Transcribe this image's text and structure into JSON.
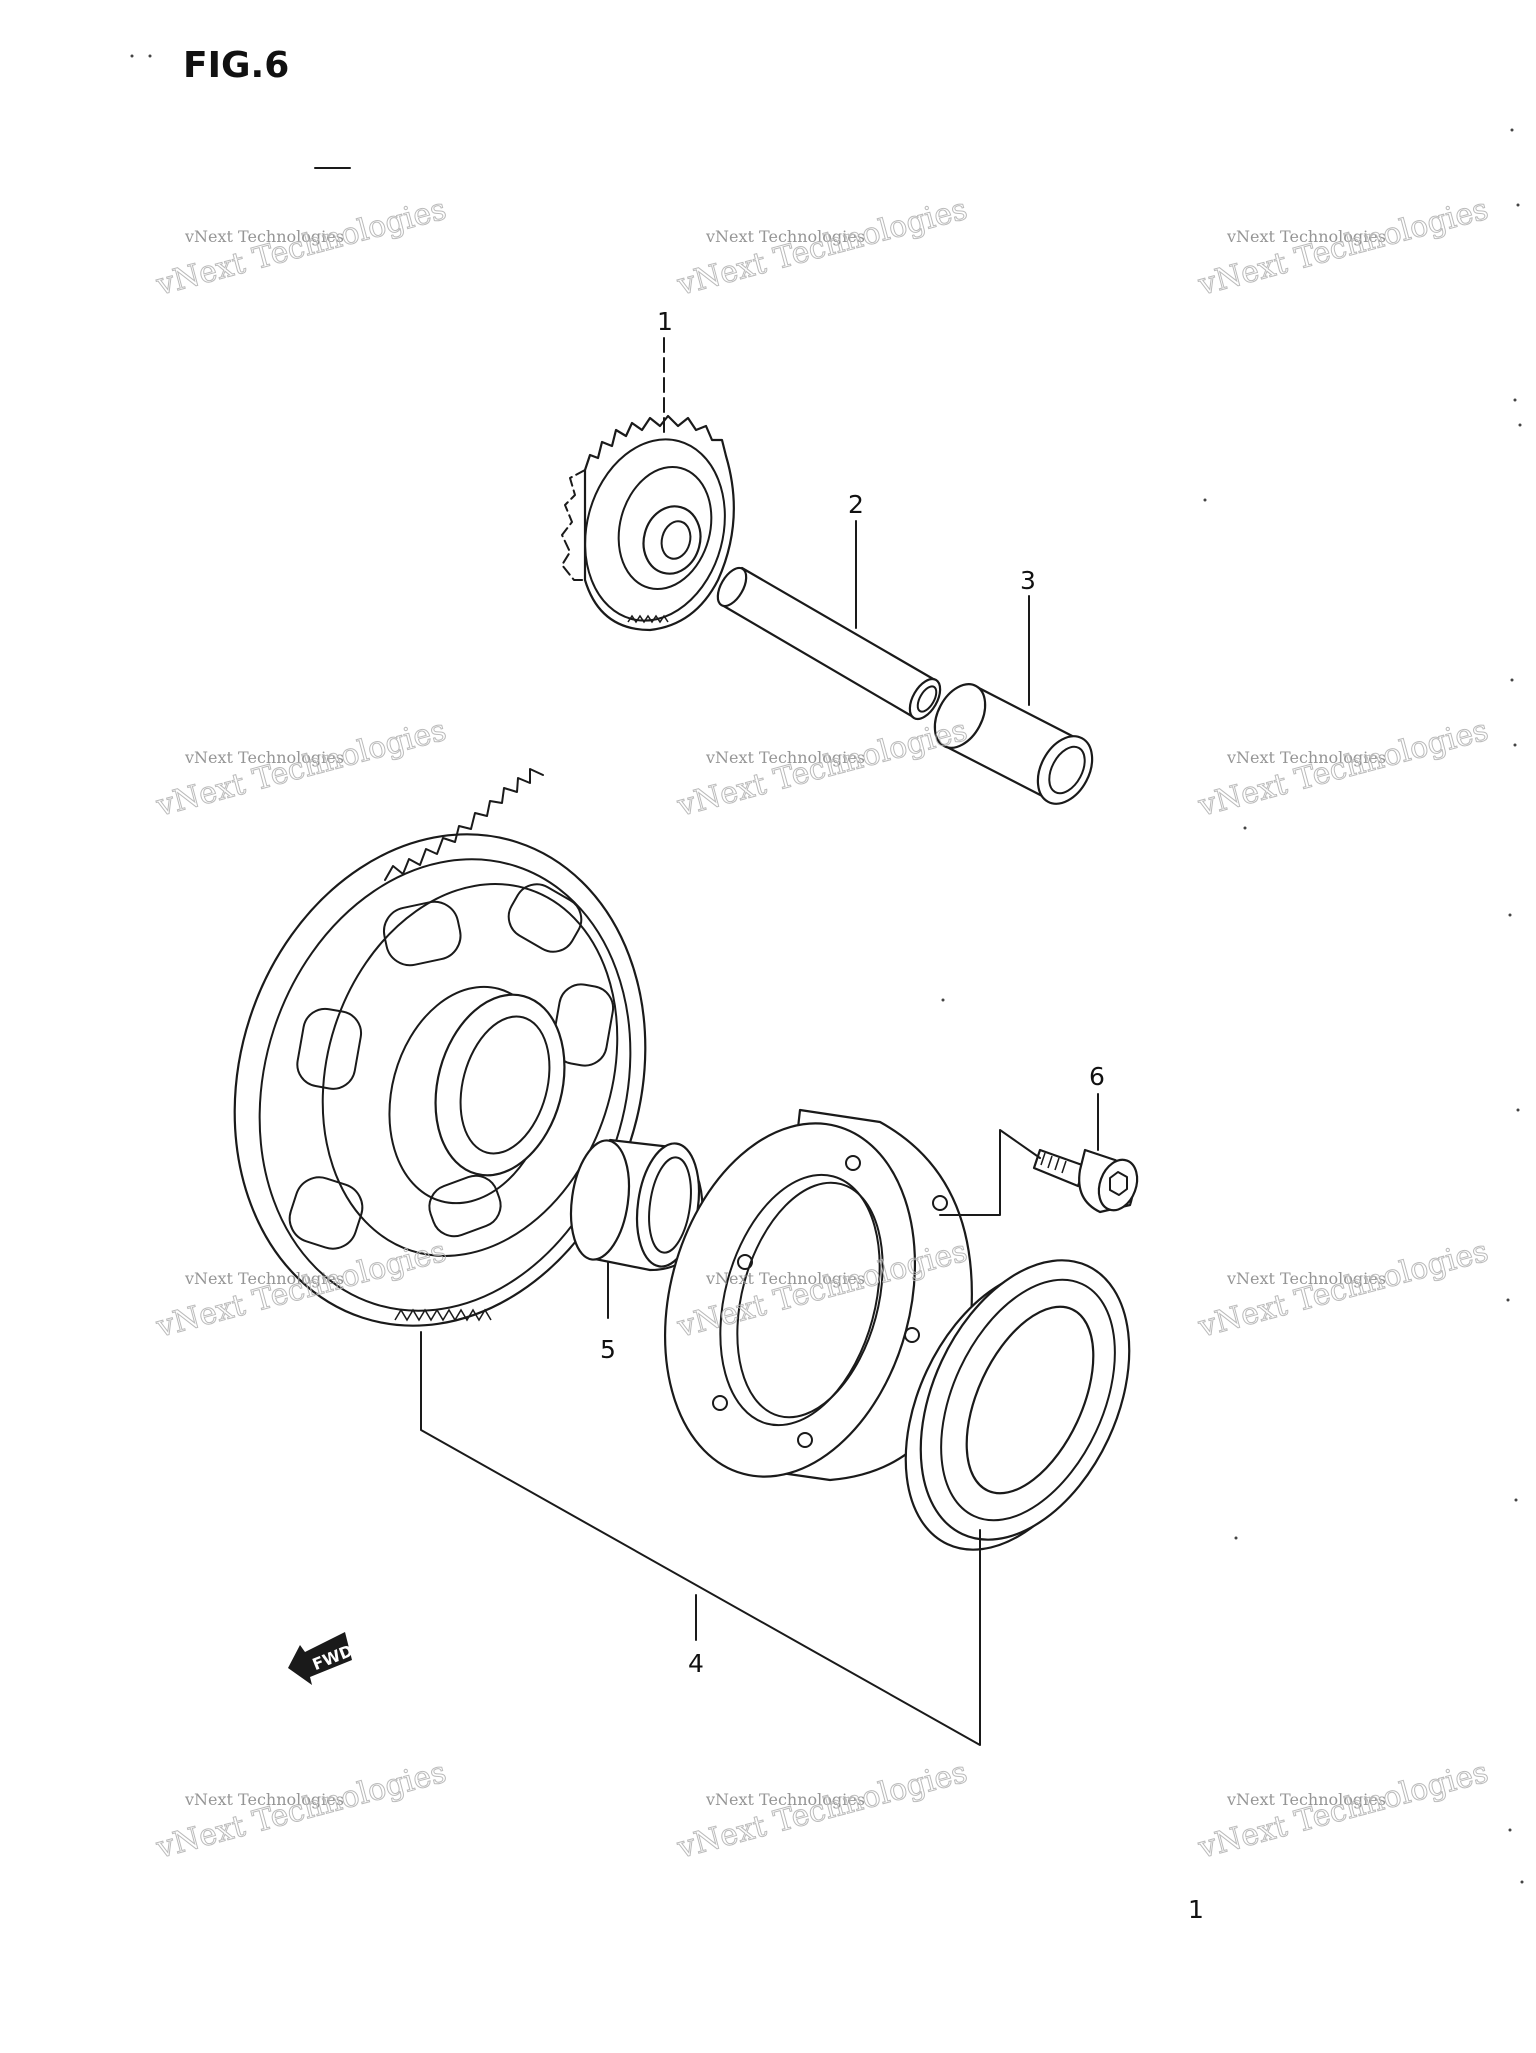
{
  "figure": {
    "title": "FIG.6"
  },
  "parts": [
    {
      "id": "1",
      "label": "1",
      "name": "starter-idle-gear"
    },
    {
      "id": "2",
      "label": "2",
      "name": "idle-gear-shaft"
    },
    {
      "id": "3",
      "label": "3",
      "name": "shaft-spacer"
    },
    {
      "id": "4",
      "label": "4",
      "name": "starter-clutch-assembly"
    },
    {
      "id": "5",
      "label": "5",
      "name": "needle-bearing"
    },
    {
      "id": "6",
      "label": "6",
      "name": "clutch-bolt"
    }
  ],
  "direction_arrow": {
    "label": "FWD"
  },
  "watermark": {
    "line1": "vNext Technologies",
    "line2": "vNext Technologies"
  },
  "page_marker": "1"
}
